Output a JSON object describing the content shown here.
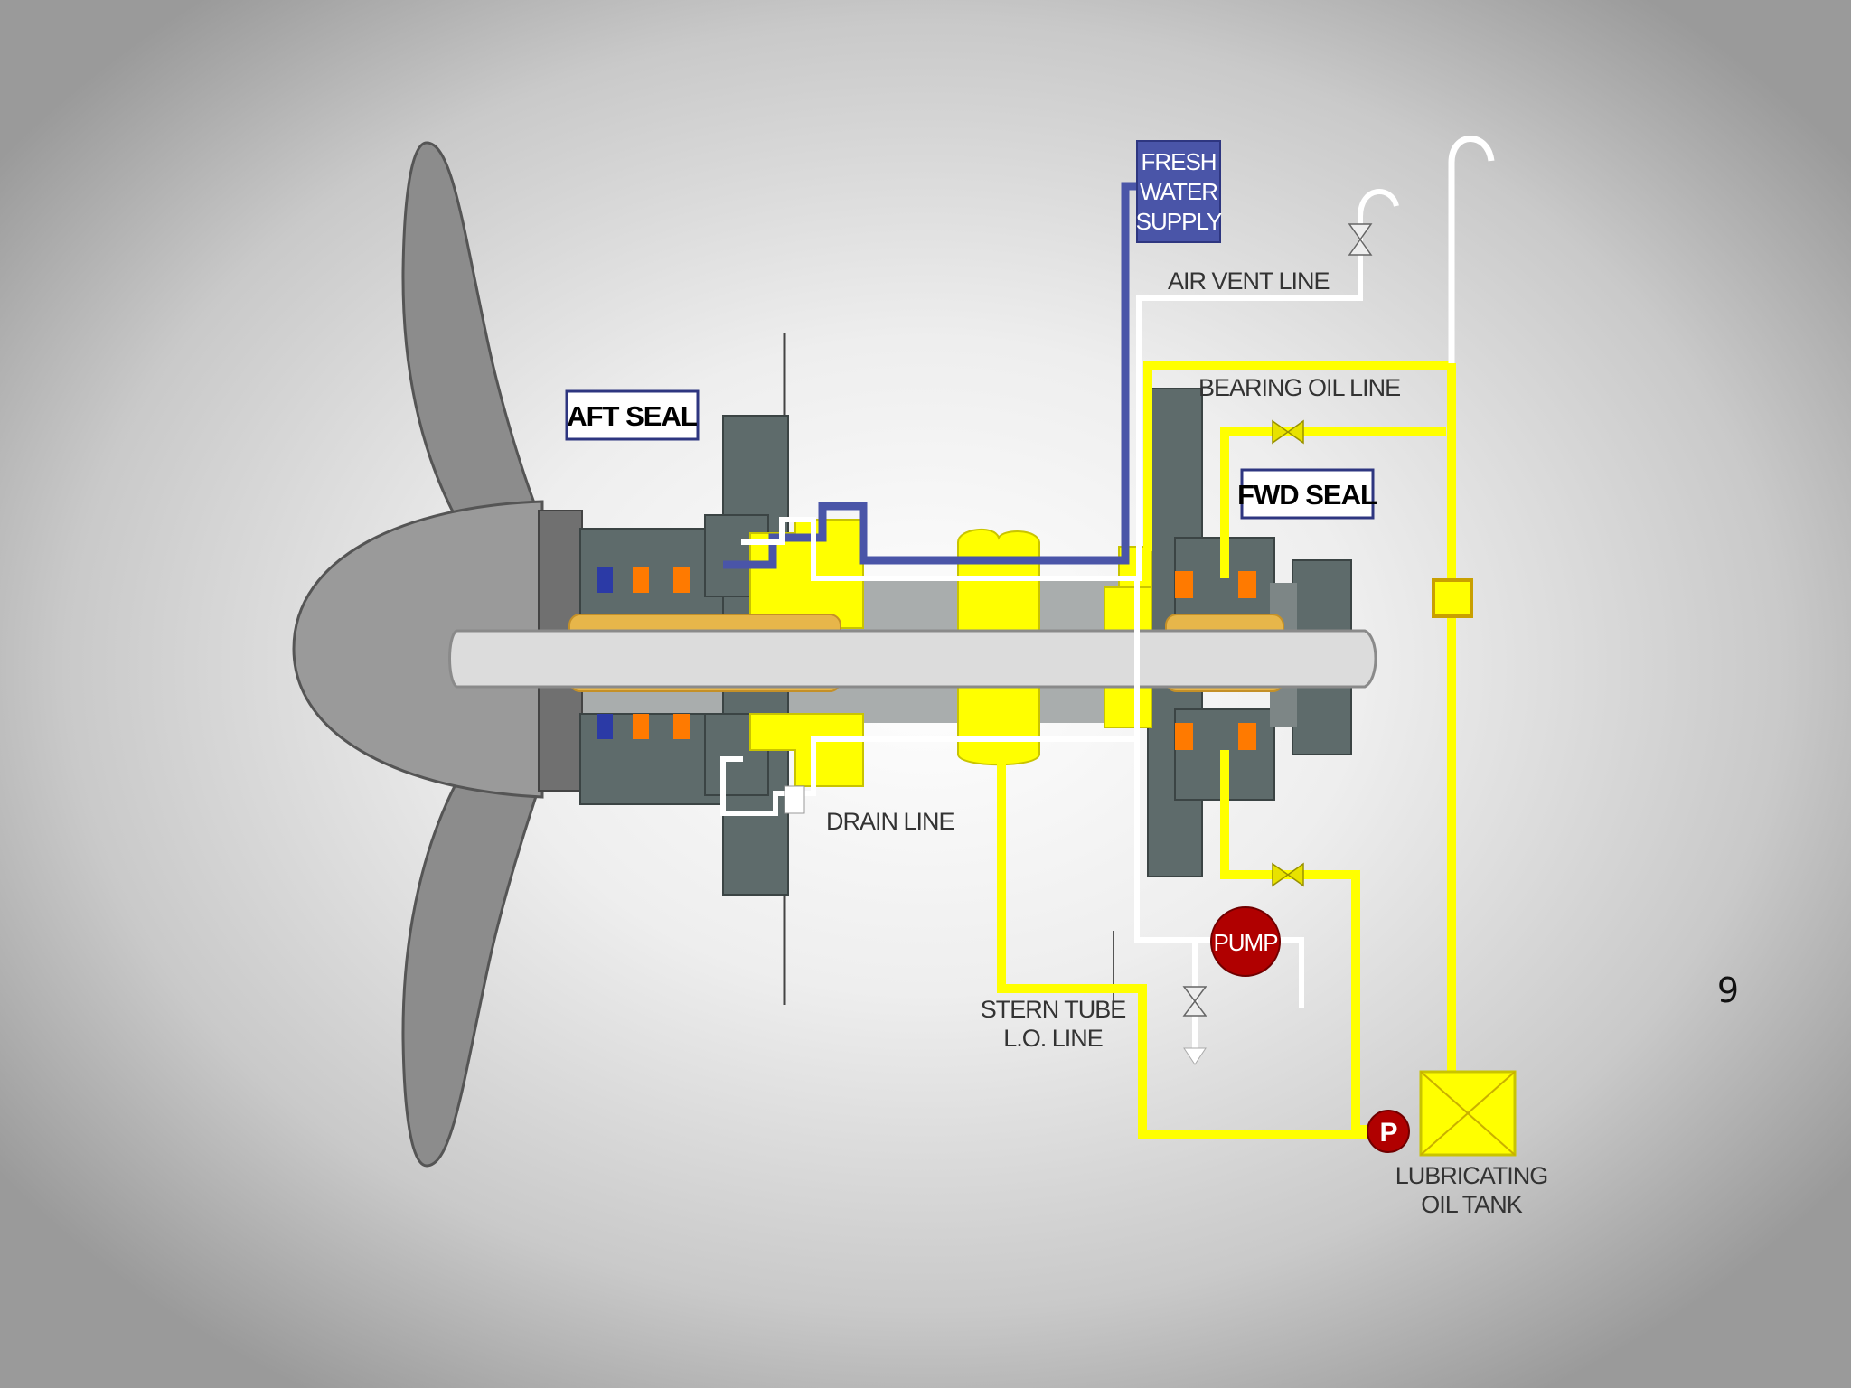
{
  "diagram": {
    "labels": {
      "fresh_water_line1": "FRESH",
      "fresh_water_line2": "WATER",
      "fresh_water_line3": "SUPPLY",
      "air_vent_line": "AIR VENT LINE",
      "bearing_oil_line": "BEARING OIL LINE",
      "aft_seal": "AFT SEAL",
      "fwd_seal": "FWD SEAL",
      "drain_line": "DRAIN LINE",
      "pump": "PUMP",
      "stern_tube_line1": "STERN TUBE",
      "stern_tube_line2": "L.O. LINE",
      "pressure_gauge": "P",
      "lub_tank_line1": "LUBRICATING",
      "lub_tank_line2": "OIL TANK"
    },
    "colors": {
      "oil": "#ffff00",
      "fresh_water": "#4a55a8",
      "air_vent": "#ffffff",
      "seal_housing": "#5e6b6b",
      "propeller": "#8c8c8c",
      "shaft": "#dcdcdc",
      "pump": "#b00000"
    }
  },
  "slide": {
    "page_number": "9"
  }
}
